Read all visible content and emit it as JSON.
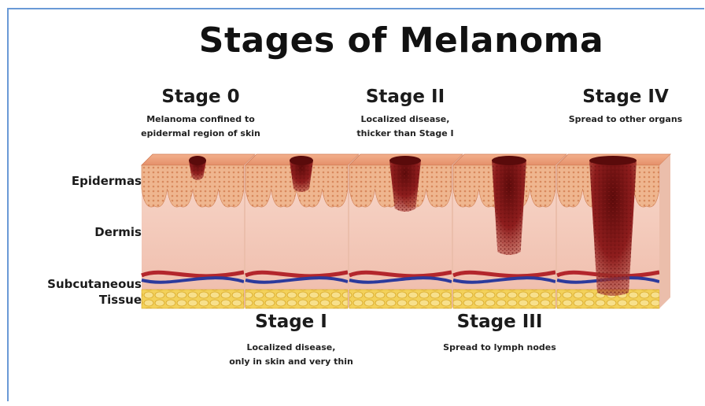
{
  "title": "Stages of Melanoma",
  "layers": {
    "epidermis": "Epidermas",
    "dermis": "Dermis",
    "subcutaneous_line1": "Subcutaneous",
    "subcutaneous_line2": "Tissue"
  },
  "stages": [
    {
      "name": "Stage 0",
      "desc_line1": "Melanoma confined to",
      "desc_line2": "epidermal region of skin"
    },
    {
      "name": "Stage I",
      "desc_line1": "Localized disease,",
      "desc_line2": "only in skin and very thin"
    },
    {
      "name": "Stage II",
      "desc_line1": "Localized disease,",
      "desc_line2": "thicker than Stage I"
    },
    {
      "name": "Stage III",
      "desc_line1": "Spread to lymph nodes",
      "desc_line2": ""
    },
    {
      "name": "Stage IV",
      "desc_line1": "Spread to other organs",
      "desc_line2": ""
    }
  ],
  "colors": {
    "frame": "#6a9ad6",
    "epidermis": "#e9a07c",
    "dermis": "#f5cfc0",
    "fat": "#f2cf4a",
    "artery": "#b3262c",
    "vein": "#2c3a9c",
    "tumor": "#7a1414"
  }
}
